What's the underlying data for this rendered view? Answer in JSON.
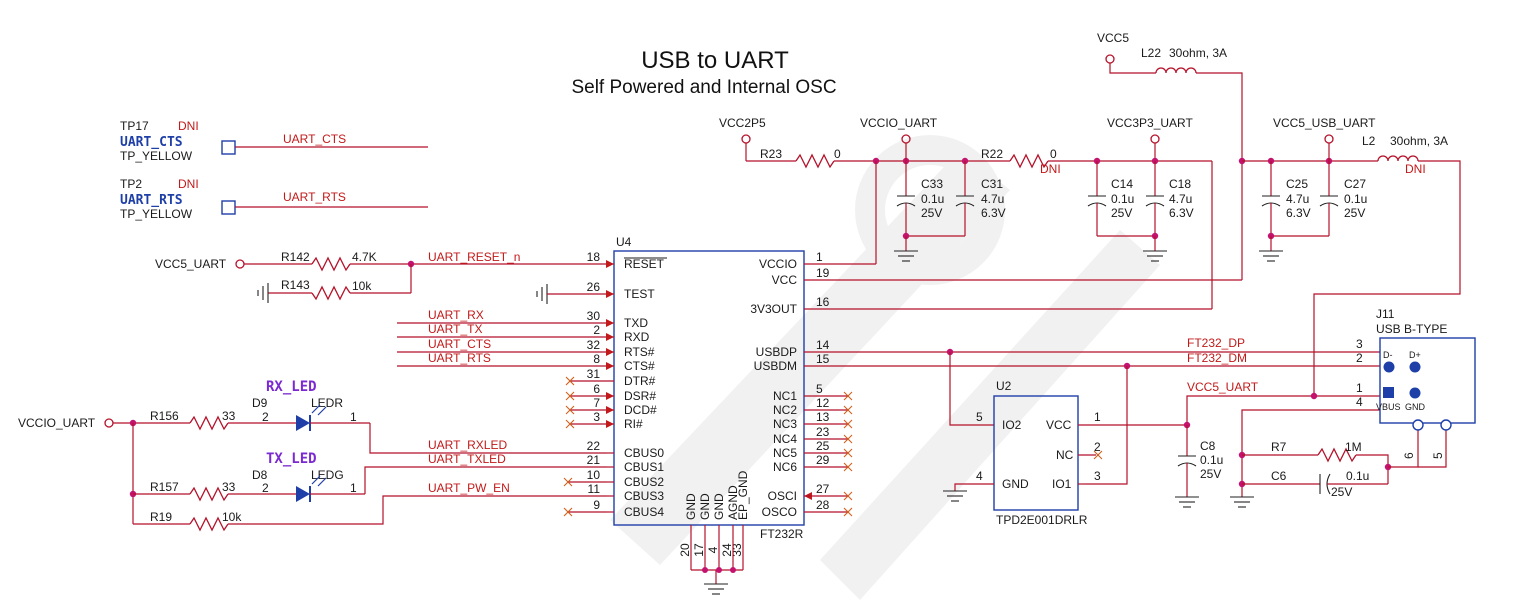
{
  "title": "USB to UART",
  "subtitle": "Self Powered and Internal OSC",
  "test_points": [
    {
      "ref": "TP17",
      "dni": "DNI",
      "name": "UART_CTS",
      "color": "TP_YELLOW",
      "net": "UART_CTS"
    },
    {
      "ref": "TP2",
      "dni": "DNI",
      "name": "UART_RTS",
      "color": "TP_YELLOW",
      "net": "UART_RTS"
    }
  ],
  "power": {
    "vcc5_uart": "VCC5_UART",
    "vccio_uart": "VCCIO_UART",
    "vcc2p5": "VCC2P5",
    "vccio_uart_top": "VCCIO_UART",
    "vcc3p3": "VCC3P3_UART",
    "vcc5": "VCC5",
    "vcc5_usb": "VCC5_USB_UART"
  },
  "resistors": [
    {
      "ref": "R142",
      "value": "4.7K"
    },
    {
      "ref": "R143",
      "value": "10k"
    },
    {
      "ref": "R156",
      "value": "33"
    },
    {
      "ref": "R157",
      "value": "33"
    },
    {
      "ref": "R19",
      "value": "10k"
    },
    {
      "ref": "R23",
      "value": "0"
    },
    {
      "ref": "R22",
      "value": "0",
      "dni": "DNI"
    },
    {
      "ref": "R7",
      "value": "1M"
    }
  ],
  "inductors": [
    {
      "ref": "L22",
      "value": "30ohm, 3A"
    },
    {
      "ref": "L2",
      "value": "30ohm, 3A",
      "dni": "DNI"
    }
  ],
  "capacitors": [
    {
      "ref": "C33",
      "value": "0.1u",
      "volt": "25V"
    },
    {
      "ref": "C31",
      "value": "4.7u",
      "volt": "6.3V"
    },
    {
      "ref": "C14",
      "value": "0.1u",
      "volt": "25V"
    },
    {
      "ref": "C18",
      "value": "4.7u",
      "volt": "6.3V"
    },
    {
      "ref": "C25",
      "value": "4.7u",
      "volt": "6.3V"
    },
    {
      "ref": "C27",
      "value": "0.1u",
      "volt": "25V"
    },
    {
      "ref": "C8",
      "value": "0.1u",
      "volt": "25V"
    },
    {
      "ref": "C6",
      "value": "0.1u",
      "volt": "25V"
    }
  ],
  "leds": [
    {
      "label": "RX_LED",
      "ref": "D9",
      "part": "LEDR",
      "pin_a": "2",
      "pin_k": "1"
    },
    {
      "label": "TX_LED",
      "ref": "D8",
      "part": "LEDG",
      "pin_a": "2",
      "pin_k": "1"
    }
  ],
  "nets": {
    "uart_reset": "UART_RESET_n",
    "uart_rx": "UART_RX",
    "uart_tx": "UART_TX",
    "uart_cts": "UART_CTS",
    "uart_rts": "UART_RTS",
    "uart_rxled": "UART_RXLED",
    "uart_txled": "UART_TXLED",
    "uart_pw_en": "UART_PW_EN",
    "ft232_dp": "FT232_DP",
    "ft232_dm": "FT232_DM",
    "vcc5_uart": "VCC5_UART"
  },
  "u4": {
    "ref": "U4",
    "part": "FT232R",
    "left_pins": [
      {
        "num": "18",
        "name": "RESET"
      },
      {
        "num": "26",
        "name": "TEST"
      },
      {
        "num": "30",
        "name": "TXD"
      },
      {
        "num": "2",
        "name": "RXD"
      },
      {
        "num": "32",
        "name": "RTS#"
      },
      {
        "num": "8",
        "name": "CTS#"
      },
      {
        "num": "31",
        "name": "DTR#"
      },
      {
        "num": "6",
        "name": "DSR#"
      },
      {
        "num": "7",
        "name": "DCD#"
      },
      {
        "num": "3",
        "name": "RI#"
      },
      {
        "num": "22",
        "name": "CBUS0"
      },
      {
        "num": "21",
        "name": "CBUS1"
      },
      {
        "num": "10",
        "name": "CBUS2"
      },
      {
        "num": "11",
        "name": "CBUS3"
      },
      {
        "num": "9",
        "name": "CBUS4"
      }
    ],
    "right_pins": [
      {
        "num": "1",
        "name": "VCCIO"
      },
      {
        "num": "19",
        "name": "VCC"
      },
      {
        "num": "16",
        "name": "3V3OUT"
      },
      {
        "num": "14",
        "name": "USBDP"
      },
      {
        "num": "15",
        "name": "USBDM"
      },
      {
        "num": "5",
        "name": "NC1"
      },
      {
        "num": "12",
        "name": "NC2"
      },
      {
        "num": "13",
        "name": "NC3"
      },
      {
        "num": "23",
        "name": "NC4"
      },
      {
        "num": "25",
        "name": "NC5"
      },
      {
        "num": "29",
        "name": "NC6"
      },
      {
        "num": "27",
        "name": "OSCI"
      },
      {
        "num": "28",
        "name": "OSCO"
      }
    ],
    "bottom_pins": [
      {
        "num": "20",
        "name": "GND"
      },
      {
        "num": "17",
        "name": "GND"
      },
      {
        "num": "4",
        "name": "GND"
      },
      {
        "num": "24",
        "name": "AGND"
      },
      {
        "num": "33",
        "name": "EP_GND"
      }
    ]
  },
  "u2": {
    "ref": "U2",
    "part": "TPD2E001DRLR",
    "pins": [
      {
        "num": "5",
        "name": "IO2"
      },
      {
        "num": "4",
        "name": "GND"
      },
      {
        "num": "1",
        "name": "VCC"
      },
      {
        "num": "2",
        "name": "NC"
      },
      {
        "num": "3",
        "name": "IO1"
      }
    ]
  },
  "j11": {
    "ref": "J11",
    "part": "USB B-TYPE",
    "pins": [
      {
        "num": "3"
      },
      {
        "num": "2"
      },
      {
        "num": "1"
      },
      {
        "num": "4"
      },
      {
        "num": "6"
      },
      {
        "num": "5"
      }
    ],
    "labels": {
      "dm": "D-",
      "dp": "D+",
      "vbus": "VBUS",
      "gnd": "GND"
    }
  }
}
